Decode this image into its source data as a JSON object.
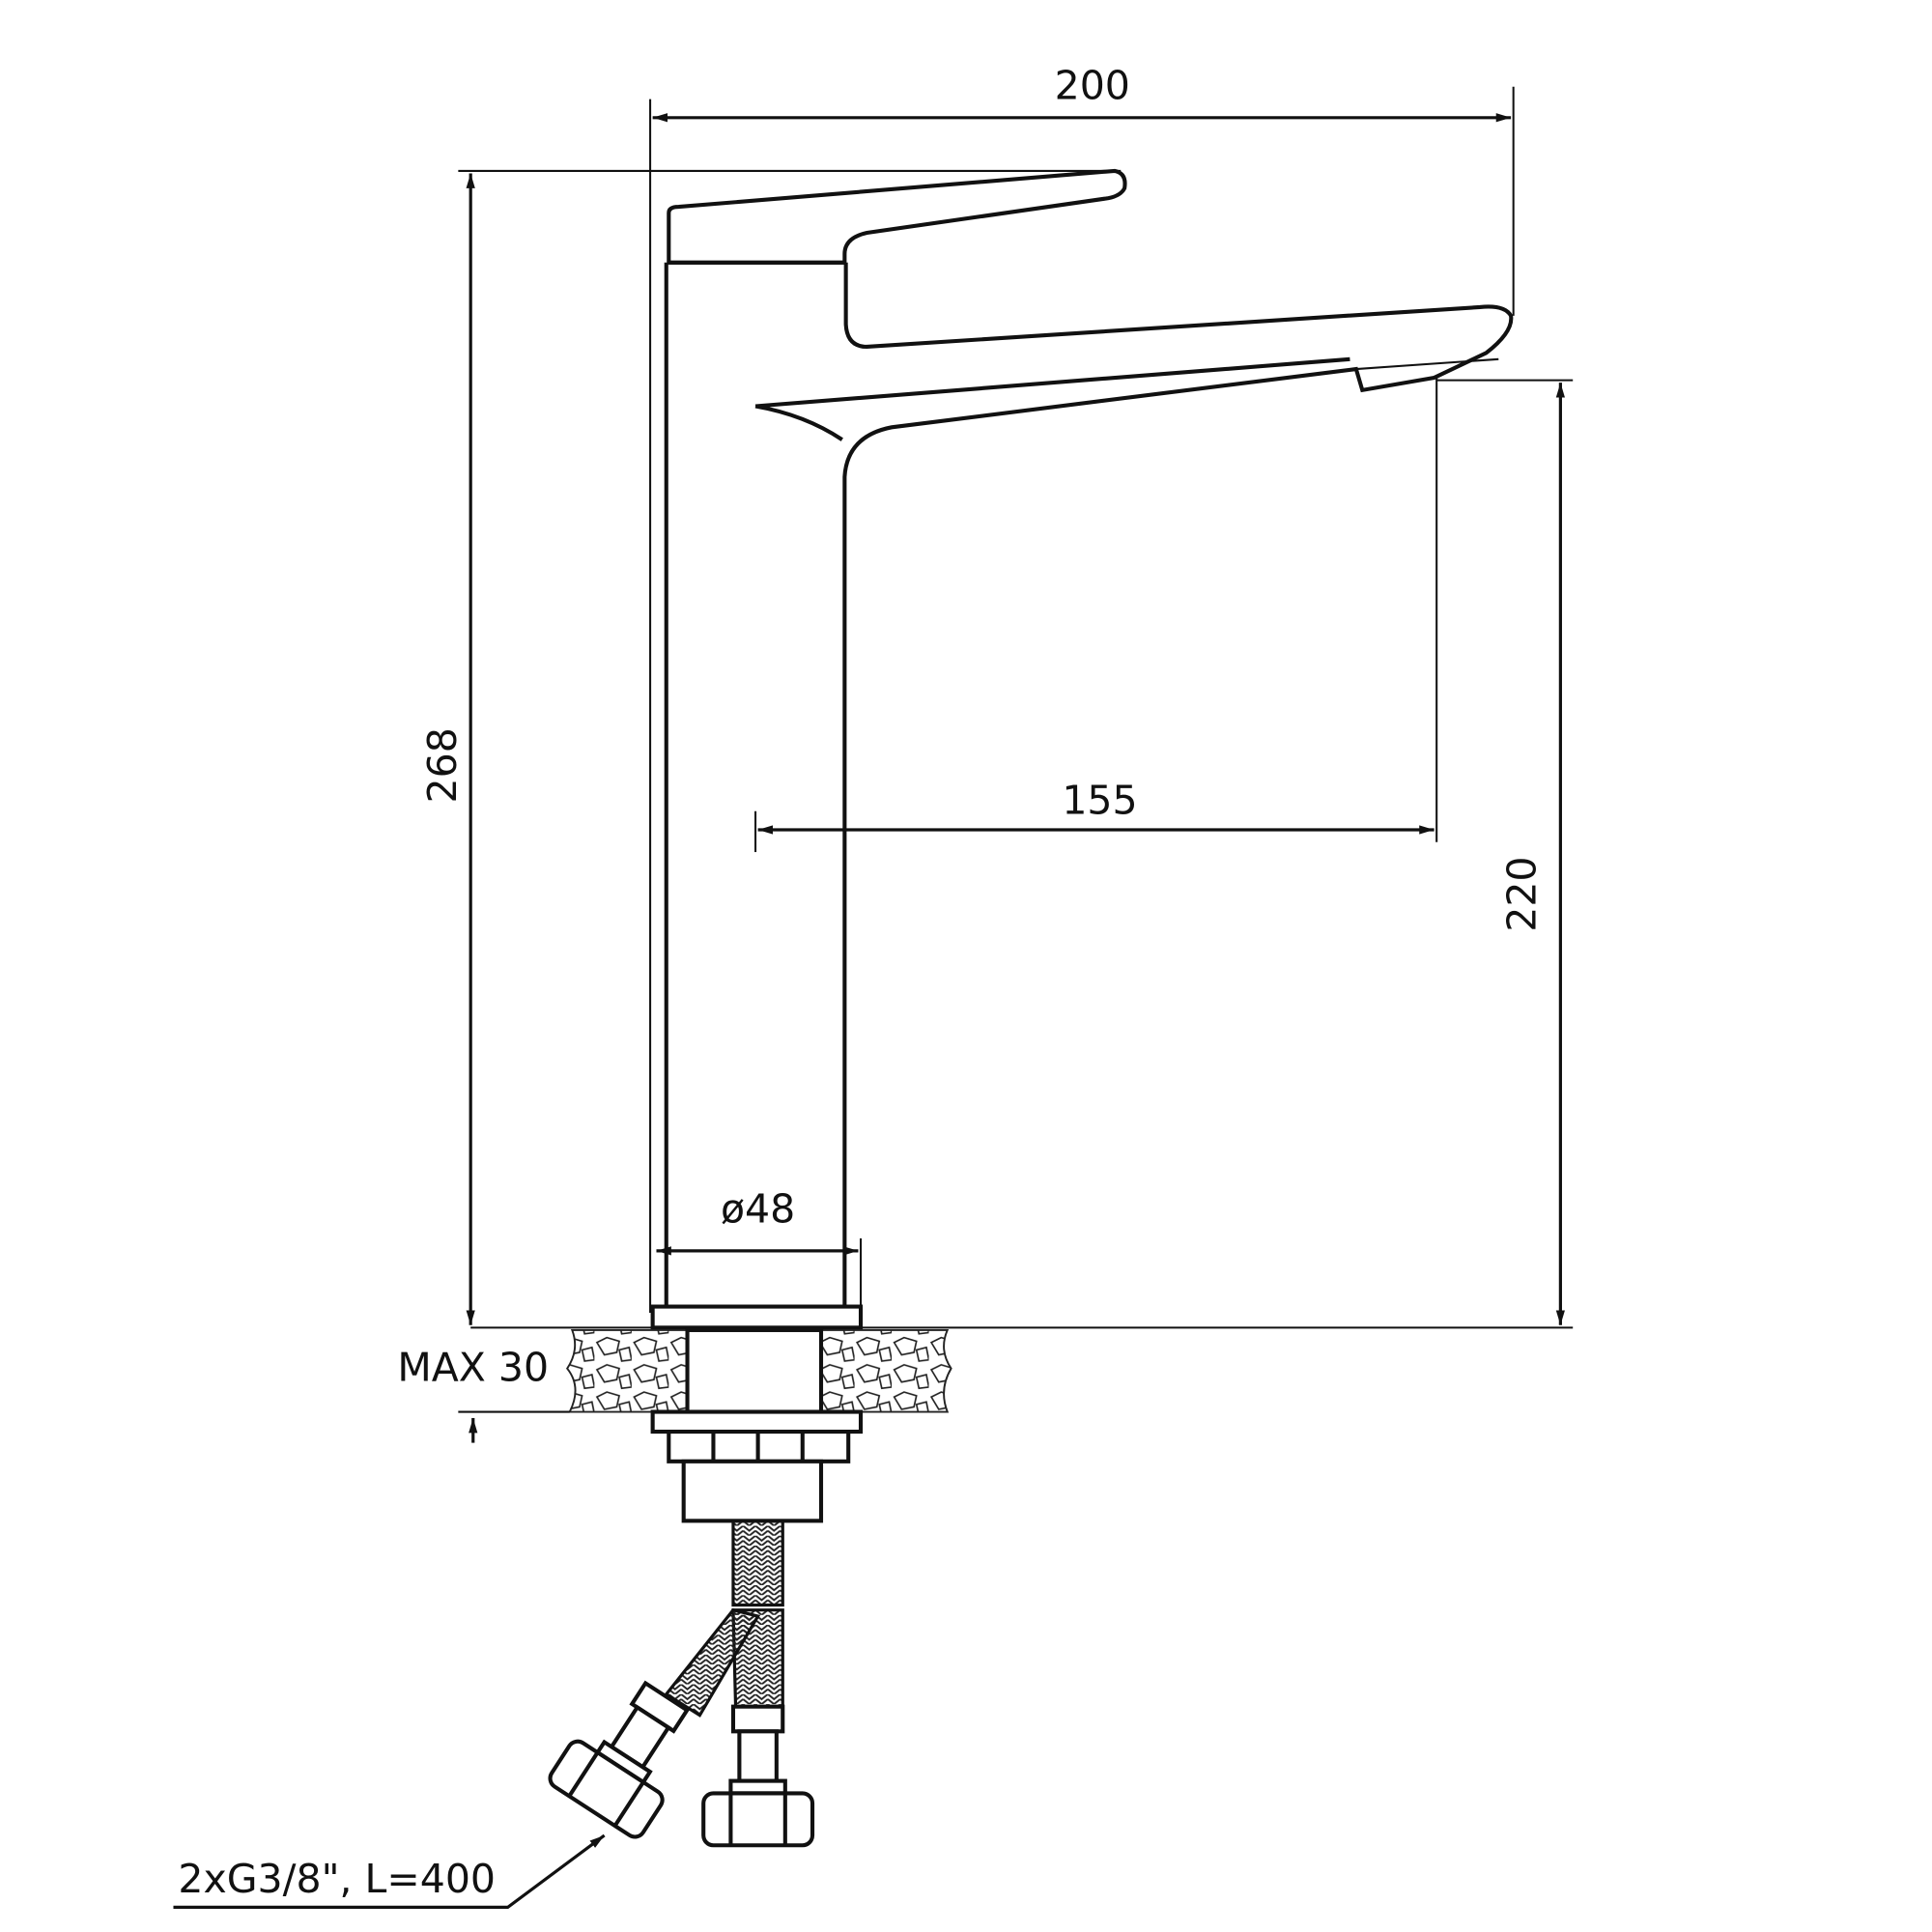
{
  "dimensions": {
    "overall_width": "200",
    "overall_height": "268",
    "spout_reach": "155",
    "spout_height": "220",
    "body_diameter": "ø48",
    "counter_thickness": "MAX 30",
    "hoses": "2xG3/8\", L=400"
  },
  "colors": {
    "line": "#111111",
    "background": "#ffffff"
  }
}
